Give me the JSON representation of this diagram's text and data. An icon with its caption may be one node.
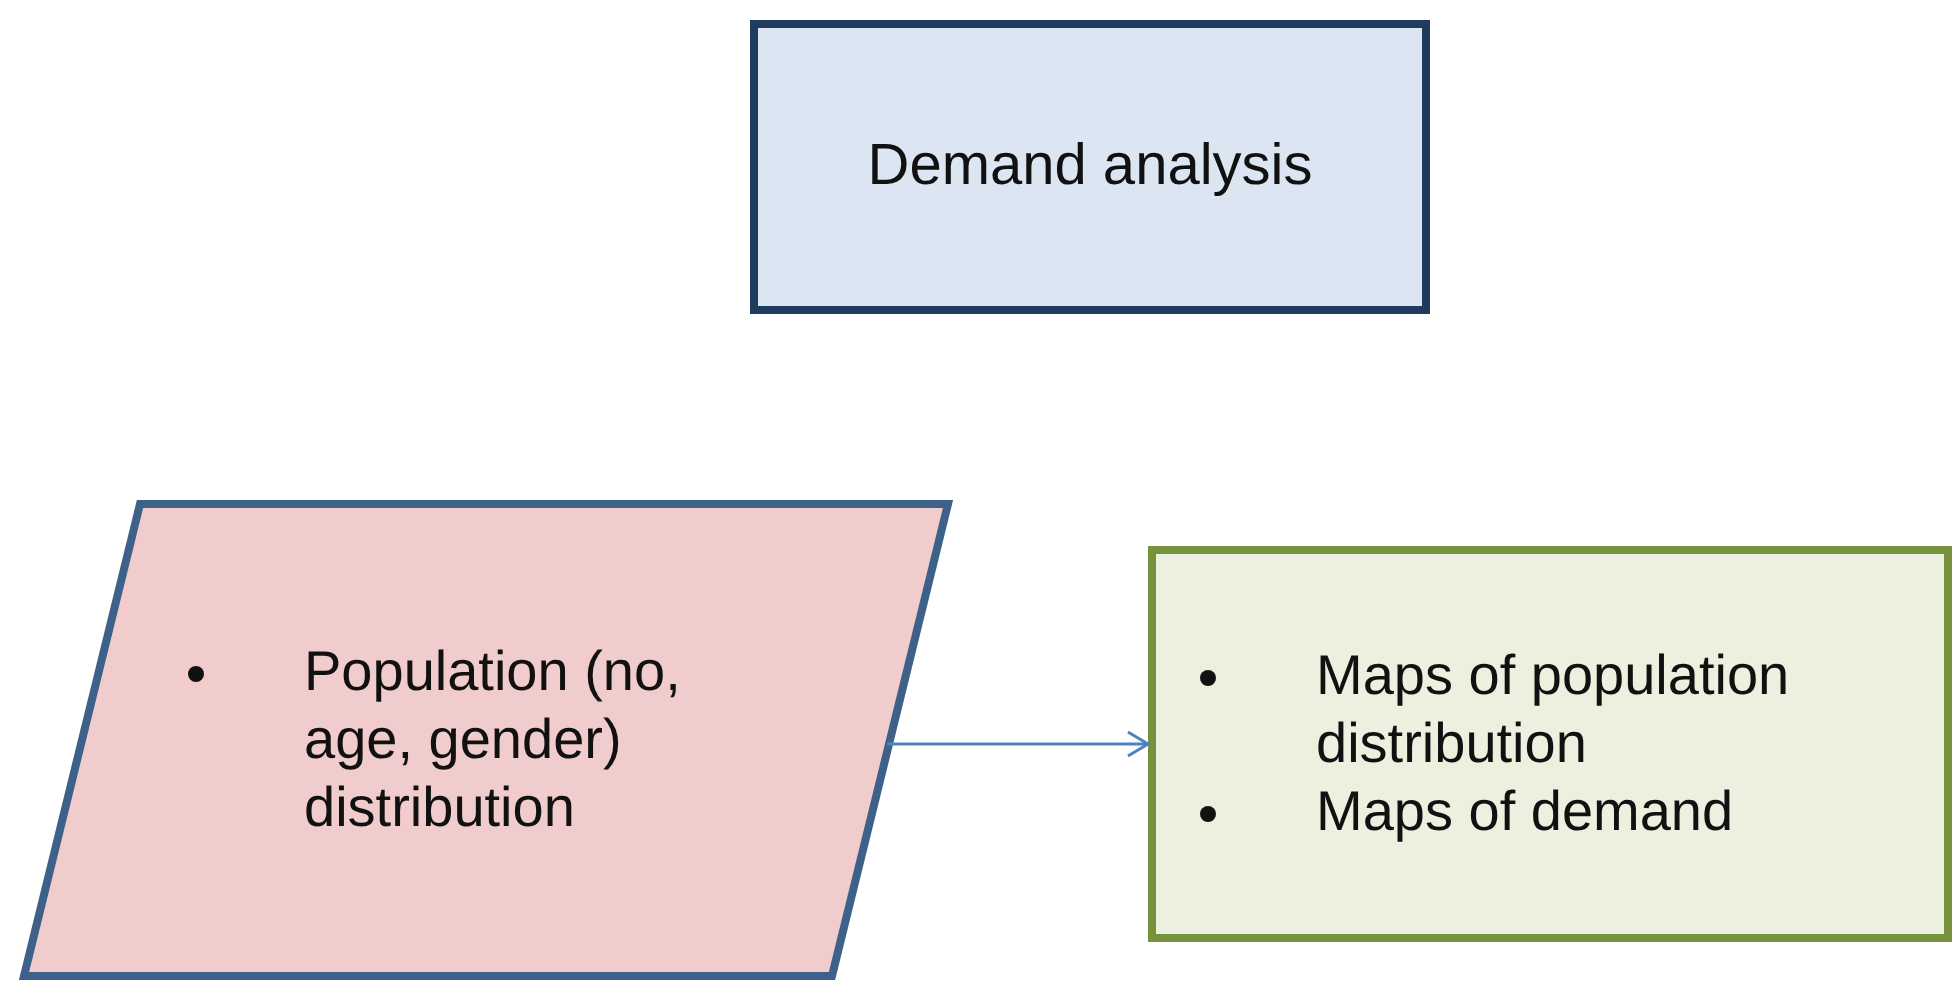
{
  "diagram": {
    "nodes": [
      {
        "text": [
          "Demand analysis"
        ]
      },
      {
        "text": [
          "Population (no, age, gender) distribution"
        ]
      },
      {
        "text": [
          "Maps of population distribution",
          "Maps of demand"
        ]
      }
    ],
    "edges": [
      {
        "from": 1,
        "to": 2,
        "arrow": "to"
      }
    ]
  }
}
